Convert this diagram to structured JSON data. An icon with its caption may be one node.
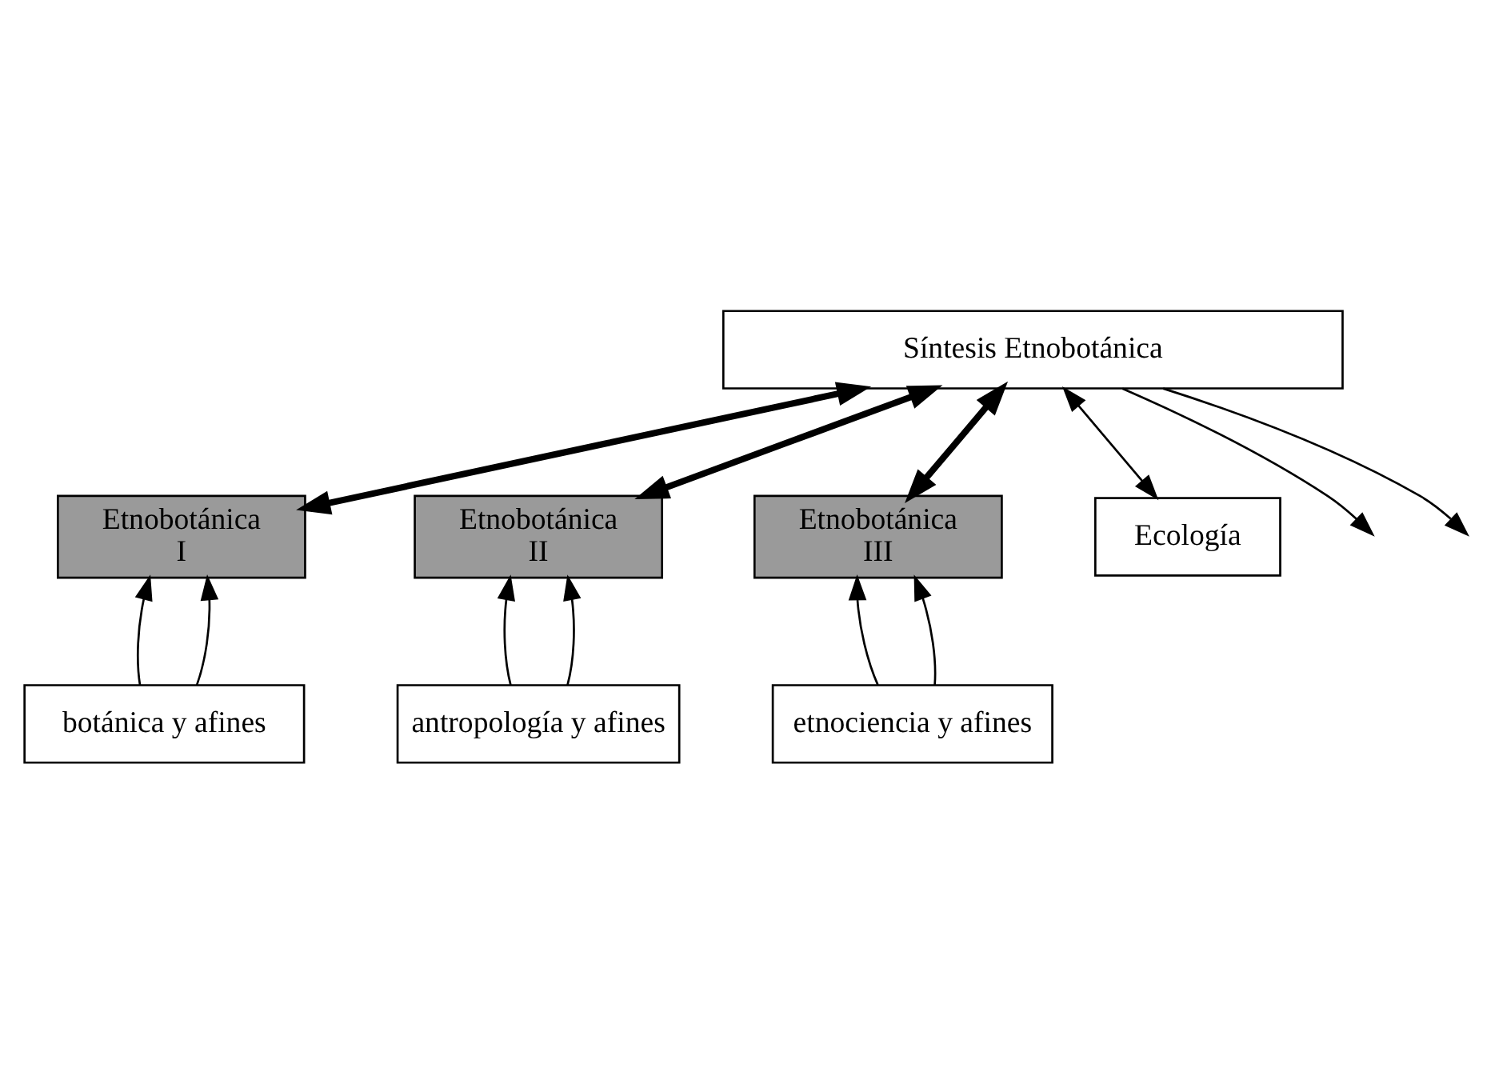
{
  "diagram": {
    "nodes": [
      {
        "text": [
          "Síntesis Etnobotánica"
        ]
      },
      {
        "text": [
          "Etnobotánica",
          "I"
        ]
      },
      {
        "text": [
          "Etnobotánica",
          "II"
        ]
      },
      {
        "text": [
          "Etnobotánica",
          "III"
        ]
      },
      {
        "text": [
          "botánica y afines"
        ]
      },
      {
        "text": [
          "antropología y afines"
        ]
      },
      {
        "text": [
          "etnociencia y afines"
        ]
      },
      {
        "text": [
          "Ecología"
        ]
      }
    ],
    "edges": [
      {
        "from": 0,
        "to": null,
        "arrow": "to"
      },
      {
        "from": 0,
        "to": null,
        "arrow": "to"
      },
      {
        "from": 0,
        "to": 1,
        "arrow": "both",
        "style": "thick"
      },
      {
        "from": 0,
        "to": 2,
        "arrow": "both",
        "style": "thick"
      },
      {
        "from": 0,
        "to": 3,
        "arrow": "both",
        "style": "thick"
      },
      {
        "from": 0,
        "to": 7,
        "arrow": "both"
      },
      {
        "from": 4,
        "to": 1,
        "arrow": "to"
      },
      {
        "from": 4,
        "to": 1,
        "arrow": "to"
      },
      {
        "from": 5,
        "to": 2,
        "arrow": "to"
      },
      {
        "from": 5,
        "to": 2,
        "arrow": "to"
      },
      {
        "from": 6,
        "to": 3,
        "arrow": "to"
      },
      {
        "from": 6,
        "to": 3,
        "arrow": "to"
      }
    ]
  }
}
